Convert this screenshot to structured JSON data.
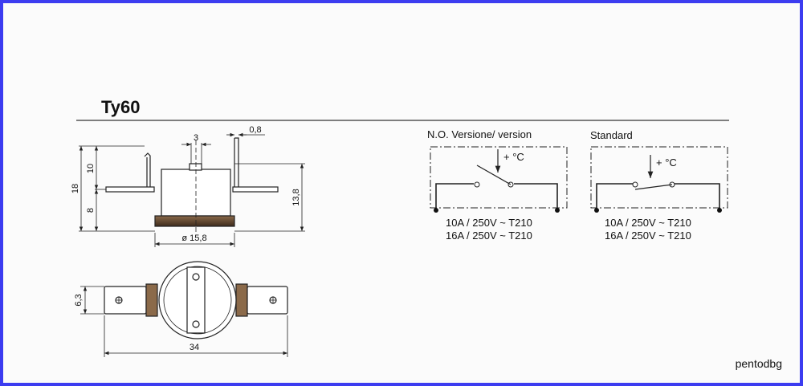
{
  "title": "Ty60",
  "watermark": "pentodbg",
  "drawing": {
    "dim_3": "3",
    "dim_0_8": "0,8",
    "dim_18": "18",
    "dim_10": "10",
    "dim_8": "8",
    "dim_13_8": "13,8",
    "dim_diameter": "ø 15,8",
    "dim_6_3": "6,3",
    "dim_34": "34"
  },
  "schematics": [
    {
      "heading": "N.O. Versione/ version",
      "temp_label": "+ °C",
      "ratings": [
        "10A / 250V ~  T210",
        "16A / 250V ~  T210"
      ]
    },
    {
      "heading": "Standard",
      "temp_label": "+ °C",
      "ratings": [
        "10A / 250V ~  T210",
        "16A / 250V ~  T210"
      ]
    }
  ]
}
